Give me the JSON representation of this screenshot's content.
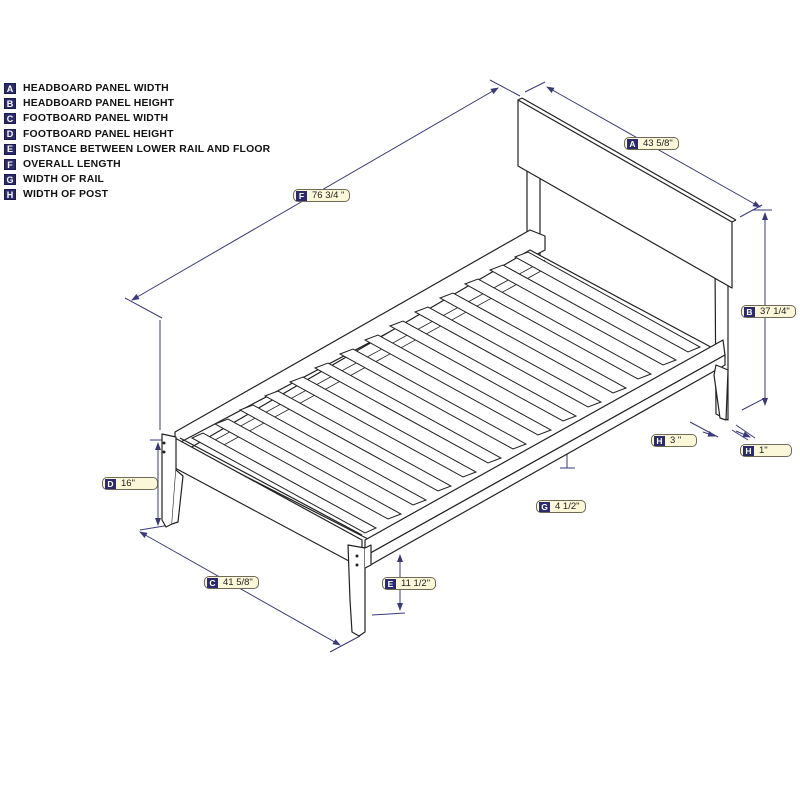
{
  "legend": {
    "items": [
      {
        "key": "A",
        "label": "HEADBOARD PANEL WIDTH"
      },
      {
        "key": "B",
        "label": "HEADBOARD PANEL HEIGHT"
      },
      {
        "key": "C",
        "label": "FOOTBOARD PANEL WIDTH"
      },
      {
        "key": "D",
        "label": "FOOTBOARD PANEL HEIGHT"
      },
      {
        "key": "E",
        "label": "DISTANCE BETWEEN LOWER RAIL AND FLOOR"
      },
      {
        "key": "F",
        "label": "OVERALL LENGTH"
      },
      {
        "key": "G",
        "label": "WIDTH OF RAIL"
      },
      {
        "key": "H",
        "label": "WIDTH OF POST"
      }
    ]
  },
  "dimensions": {
    "A": {
      "key": "A",
      "value": "43 5/8\""
    },
    "B": {
      "key": "B",
      "value": "37 1/4\""
    },
    "C": {
      "key": "C",
      "value": "41 5/8\""
    },
    "D": {
      "key": "D",
      "value": "16\""
    },
    "E": {
      "key": "E",
      "value": "11 1/2\""
    },
    "F": {
      "key": "F",
      "value": "76 3/4 \""
    },
    "G": {
      "key": "G",
      "value": "4 1/2\""
    },
    "H1": {
      "key": "H",
      "value": "3 \""
    },
    "H2": {
      "key": "H",
      "value": "1\""
    }
  },
  "colors": {
    "badge": "#2b2a6b",
    "label_fill": "#fbf7d9",
    "dimension_line": "#3a3a7a",
    "line_art": "#222222"
  }
}
